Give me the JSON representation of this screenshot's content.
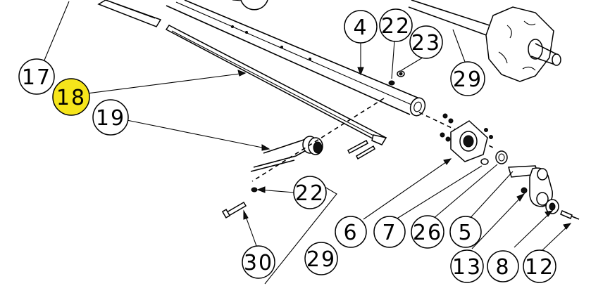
{
  "diagram": {
    "highlight_color": "#f6e51b",
    "callouts": [
      {
        "id": "17",
        "label": "17",
        "highlighted": false
      },
      {
        "id": "18",
        "label": "18",
        "highlighted": true
      },
      {
        "id": "19",
        "label": "19",
        "highlighted": false
      },
      {
        "id": "4",
        "label": "4",
        "highlighted": false
      },
      {
        "id": "22a",
        "label": "22",
        "highlighted": false
      },
      {
        "id": "23",
        "label": "23",
        "highlighted": false
      },
      {
        "id": "29a",
        "label": "29",
        "highlighted": false
      },
      {
        "id": "22b",
        "label": "22",
        "highlighted": false
      },
      {
        "id": "30",
        "label": "30",
        "highlighted": false
      },
      {
        "id": "29b",
        "label": "29",
        "highlighted": false
      },
      {
        "id": "6",
        "label": "6",
        "highlighted": false
      },
      {
        "id": "7",
        "label": "7",
        "highlighted": false
      },
      {
        "id": "26",
        "label": "26",
        "highlighted": false
      },
      {
        "id": "5",
        "label": "5",
        "highlighted": false
      },
      {
        "id": "13",
        "label": "13",
        "highlighted": false
      },
      {
        "id": "8",
        "label": "8",
        "highlighted": false
      },
      {
        "id": "12",
        "label": "12",
        "highlighted": false
      }
    ]
  }
}
